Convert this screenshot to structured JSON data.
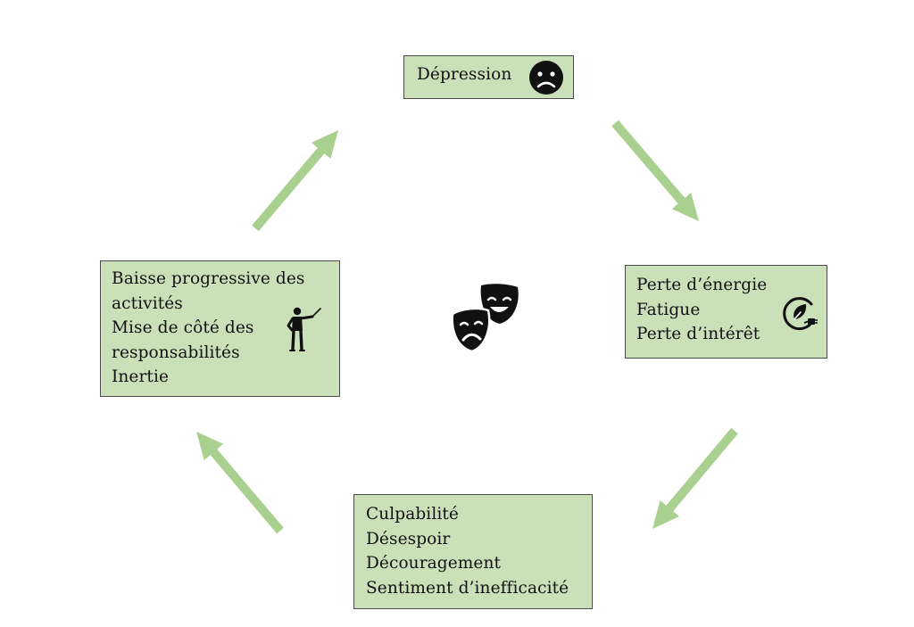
{
  "colors": {
    "box_fill": "#c9e0b8",
    "box_border": "#4a4a4a",
    "arrow": "#a9d08e",
    "icon": "#111111"
  },
  "diagram": {
    "type": "cycle",
    "boxes": {
      "depression": {
        "lines": [
          "Dépression"
        ],
        "icon": "sad-face-icon"
      },
      "energie": {
        "lines": [
          "Perte d’énergie",
          "Fatigue",
          "Perte d’intérêt"
        ],
        "icon": "leaf-plug-icon"
      },
      "culpabilite": {
        "lines": [
          "Culpabilité",
          "Désespoir",
          "Découragement",
          "Sentiment d’inefficacité"
        ]
      },
      "baisse": {
        "lines": [
          "Baisse progressive des",
          "activités",
          "Mise de côté des",
          "responsabilités",
          "Inertie"
        ],
        "icon": "presenter-figure-icon"
      }
    },
    "center_icon": "theater-masks-icon",
    "arrows": [
      "depression-to-energie",
      "energie-to-culpabilite",
      "culpabilite-to-baisse",
      "baisse-to-depression"
    ]
  }
}
